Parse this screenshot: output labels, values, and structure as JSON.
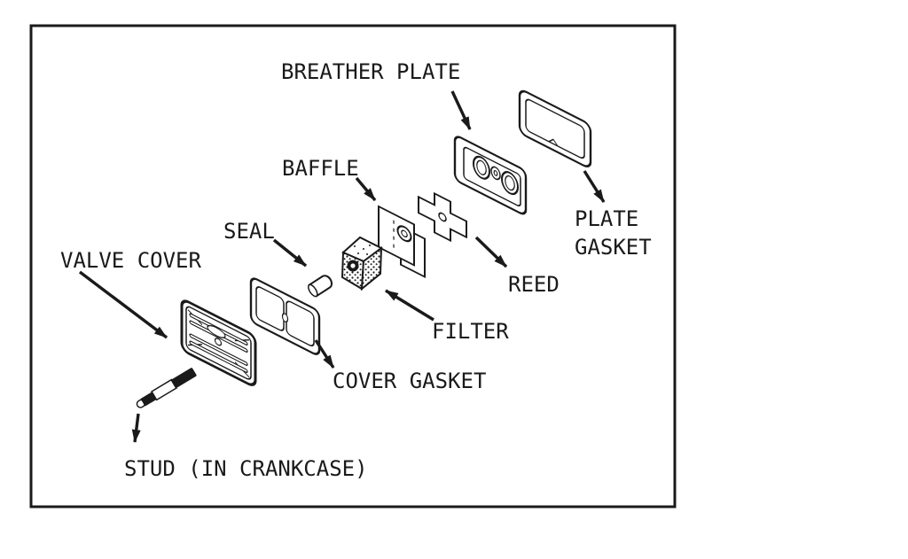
{
  "diagram": {
    "kind": "exploded-parts-diagram",
    "labels": {
      "breather_plate": "BREATHER PLATE",
      "baffle": "BAFFLE",
      "seal": "SEAL",
      "valve_cover": "VALVE COVER",
      "plate_gasket": [
        "PLATE",
        "GASKET"
      ],
      "reed": "REED",
      "filter": "FILTER",
      "cover_gasket": "COVER GASKET",
      "stud": "STUD (IN CRANKCASE)"
    },
    "colors": {
      "ink": "#1a1a1a",
      "background": "#ffffff"
    }
  }
}
